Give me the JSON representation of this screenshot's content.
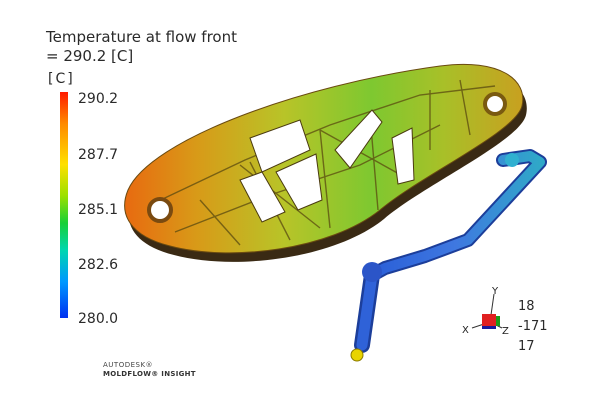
{
  "result": {
    "title_line1": "Temperature at flow front",
    "title_line2": "= 290.2 [C]",
    "unit": "[C]"
  },
  "legend": {
    "ticks": [
      "290.2",
      "287.7",
      "285.1",
      "282.6",
      "280.0"
    ],
    "max_color": "#ff1a00",
    "min_color": "#0030f0"
  },
  "axis_triad": {
    "x_label": "X",
    "y_label": "Y",
    "z_label": "Z"
  },
  "view_coords": [
    "18",
    "-171",
    "17"
  ],
  "branding": {
    "line1": "AUTODESK®",
    "line2": "MOLDFLOW® INSIGHT"
  }
}
